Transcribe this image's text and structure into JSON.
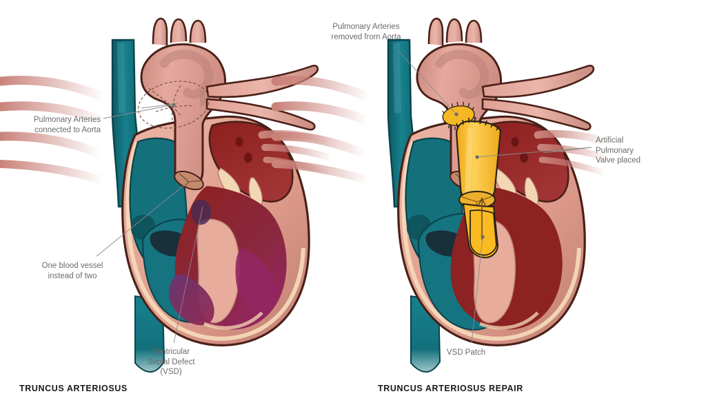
{
  "figure": {
    "title_left": "TRUNCUS ARTERIOSUS",
    "title_right": "TRUNCUS ARTERIOSUS REPAIR",
    "background_color": "#ffffff"
  },
  "panels": [
    {
      "id": "truncus-arteriosus",
      "caption": "TRUNCUS ARTERIOSUS",
      "callouts": [
        {
          "id": "pa-connected-to-aorta",
          "text": "Pulmonary Arteries\nconnected to Aorta"
        },
        {
          "id": "one-blood-vessel",
          "text": "One blood vessel\ninstead of two"
        },
        {
          "id": "ventricular-septal-defect",
          "text": "Ventricular\nSeptal Defect\n(VSD)"
        }
      ]
    },
    {
      "id": "truncus-arteriosus-repair",
      "caption": "TRUNCUS ARTERIOSUS REPAIR",
      "callouts": [
        {
          "id": "pa-removed-from-aorta",
          "text": "Pulmonary Arteries\nremoved from Aorta"
        },
        {
          "id": "artificial-pulmonary-valve",
          "text": "Artificial\nPulmonary\nValve placed"
        },
        {
          "id": "vsd-patch",
          "text": "VSD Patch"
        }
      ]
    }
  ],
  "colors": {
    "background": "#ffffff",
    "caption_text": "#1a1a1a",
    "callout_text": "#6b6b6b",
    "leader_line": "#7d7d7d",
    "vein_teal": "#14717c",
    "vein_teal_dark": "#0e5c66",
    "vein_teal_light": "#2e8f99",
    "artery_salmon": "#dd9488",
    "artery_salmon_dark": "#b2756d",
    "artery_salmon_light": "#e8ada2",
    "atrium_dark_red": "#8e2020",
    "atrium_red_mid": "#a03333",
    "mixed_purple": "#7a2f5e",
    "mixed_purple_dark": "#5d2a55",
    "myocardium_pink": "#e4a294",
    "myocardium_outline": "#4a2018",
    "endocardium_cream": "#f4d9b8",
    "graft_yellow": "#f8bc28",
    "graft_yellow_dark": "#e09c10",
    "graft_yellow_light": "#fdd257",
    "suture_black": "#2a2116",
    "outline": "#3b1c14"
  },
  "callout_values": {
    "pa_connected": "Pulmonary Arteries\nconnected to Aorta",
    "one_vessel": "One blood vessel\ninstead of two",
    "vsd": "Ventricular\nSeptal Defect\n(VSD)",
    "pa_removed": "Pulmonary Arteries\nremoved from Aorta",
    "valve_placed": "Artificial\nPulmonary\nValve placed",
    "vsd_patch": "VSD Patch"
  }
}
